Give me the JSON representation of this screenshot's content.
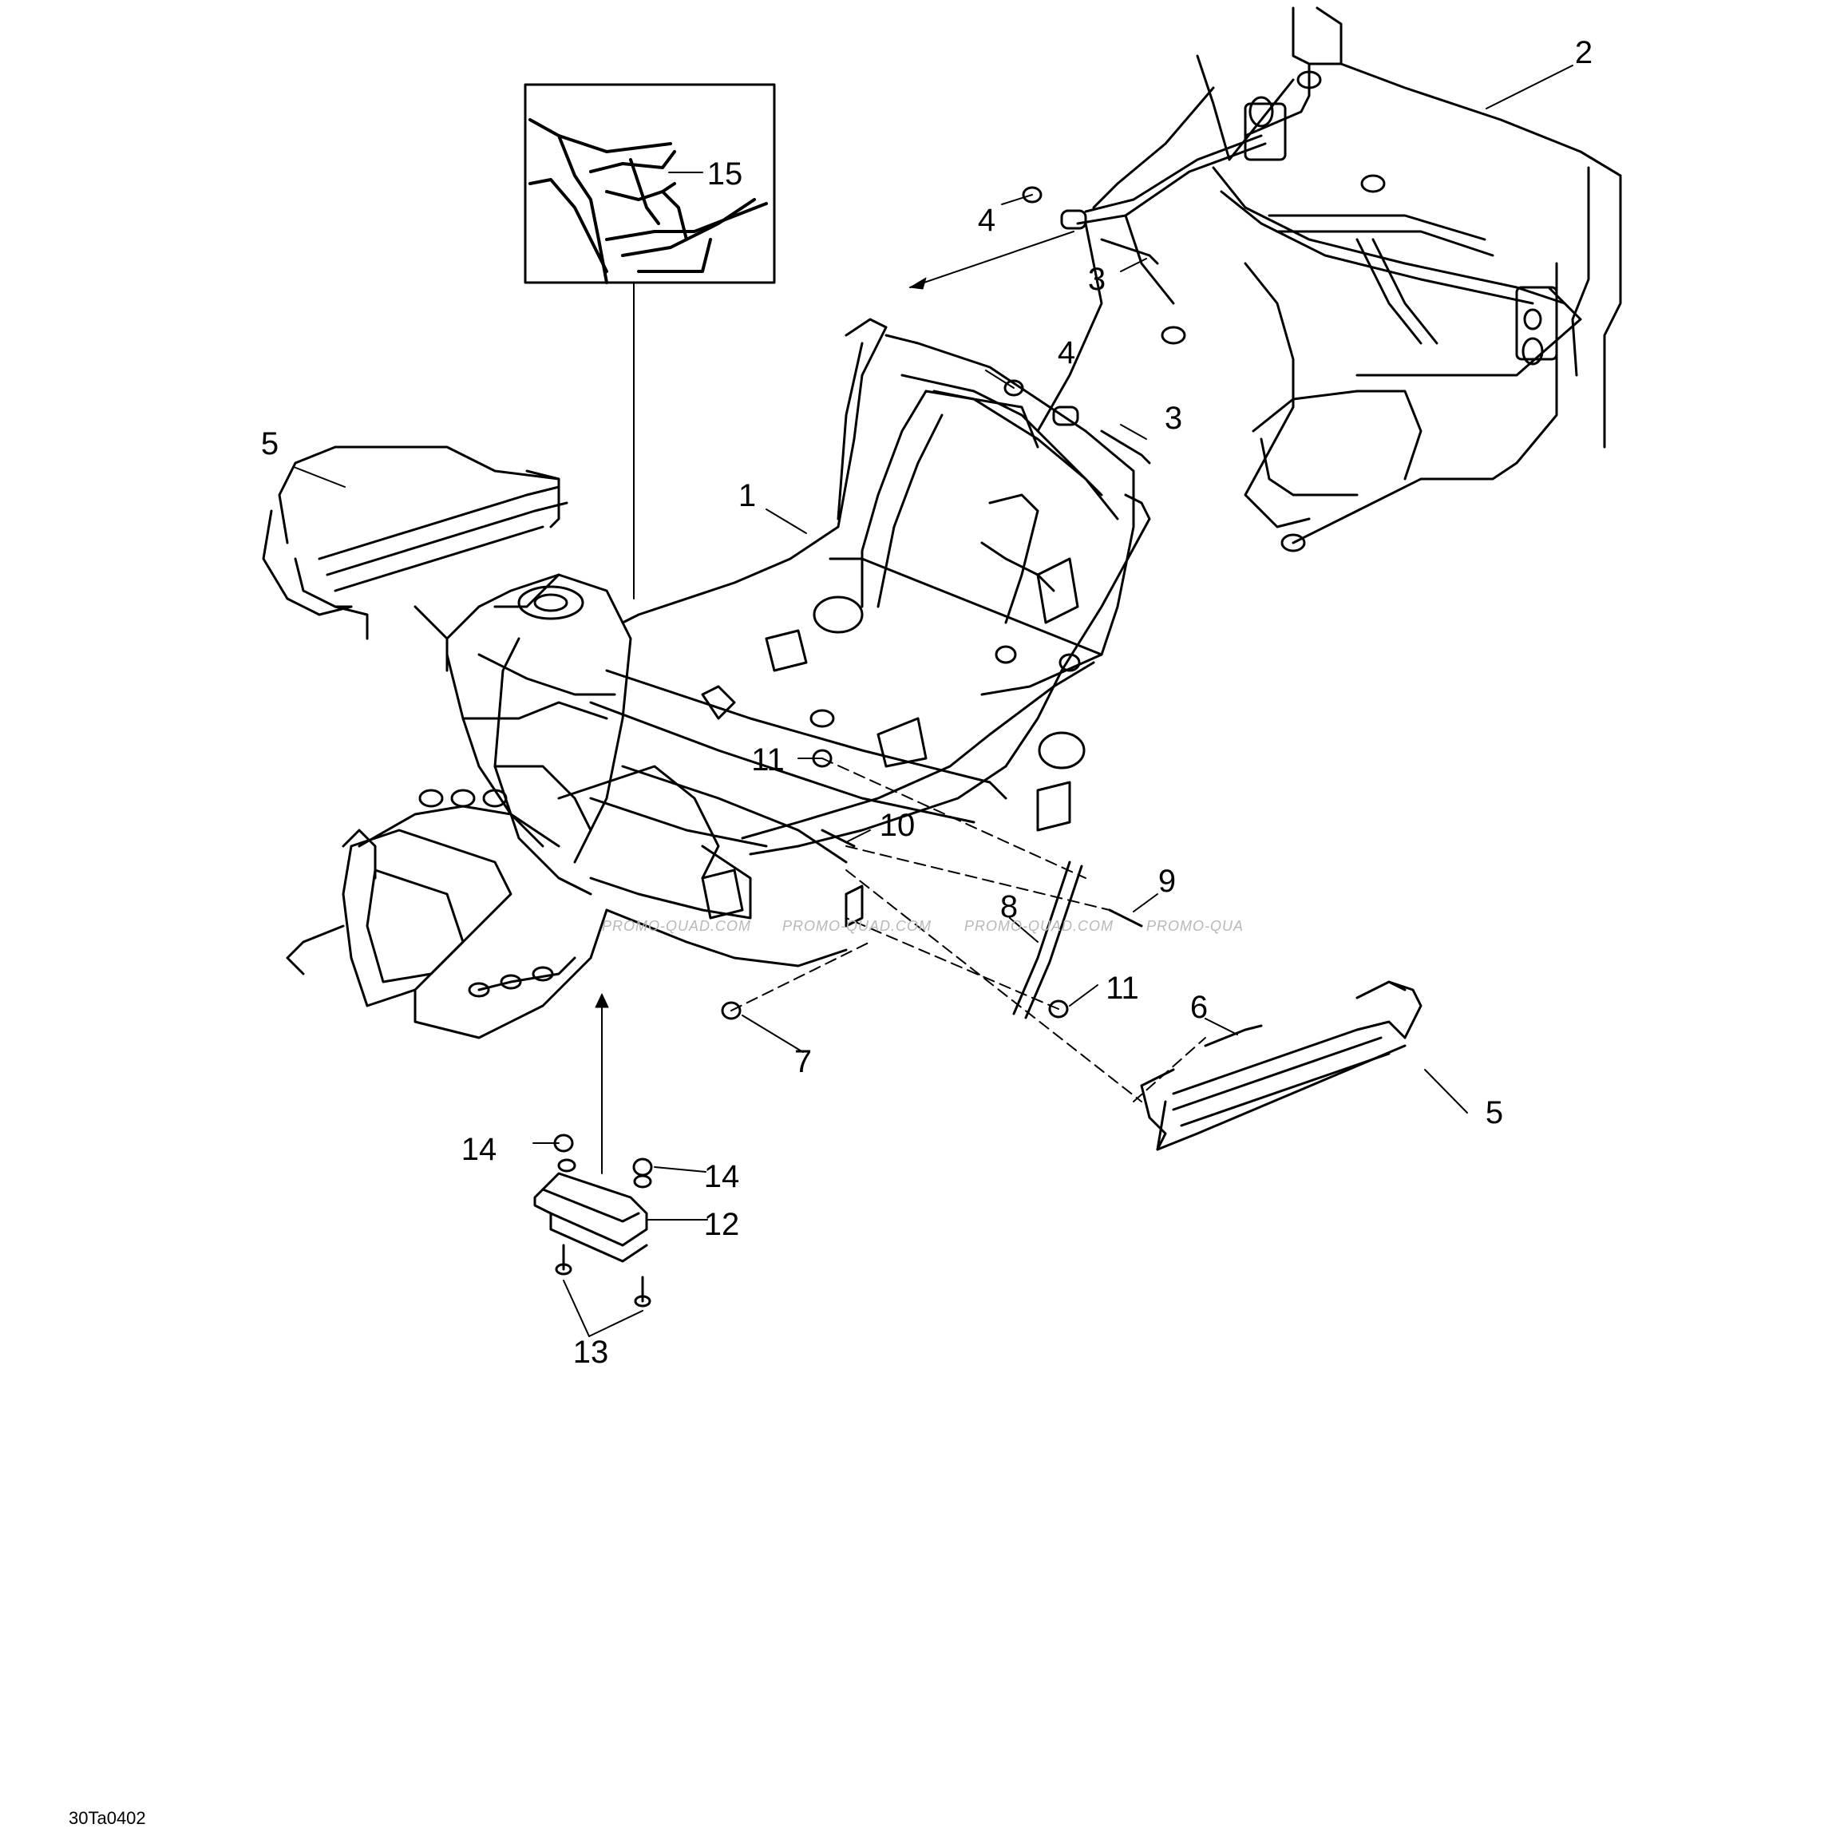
{
  "figure_id": "30Ta0402",
  "watermark": "PROMO-QUAD.COM",
  "watermark_partial": "PROMO-QUA",
  "line_color": "#000000",
  "background": "#ffffff",
  "callouts": {
    "c1": "1",
    "c2": "2",
    "c3a": "3",
    "c3b": "3",
    "c4a": "4",
    "c4b": "4",
    "c5a": "5",
    "c5b": "5",
    "c6": "6",
    "c7": "7",
    "c8": "8",
    "c9": "9",
    "c10": "10",
    "c11a": "11",
    "c11b": "11",
    "c12": "12",
    "c13": "13",
    "c14a": "14",
    "c14b": "14",
    "c15": "15"
  }
}
